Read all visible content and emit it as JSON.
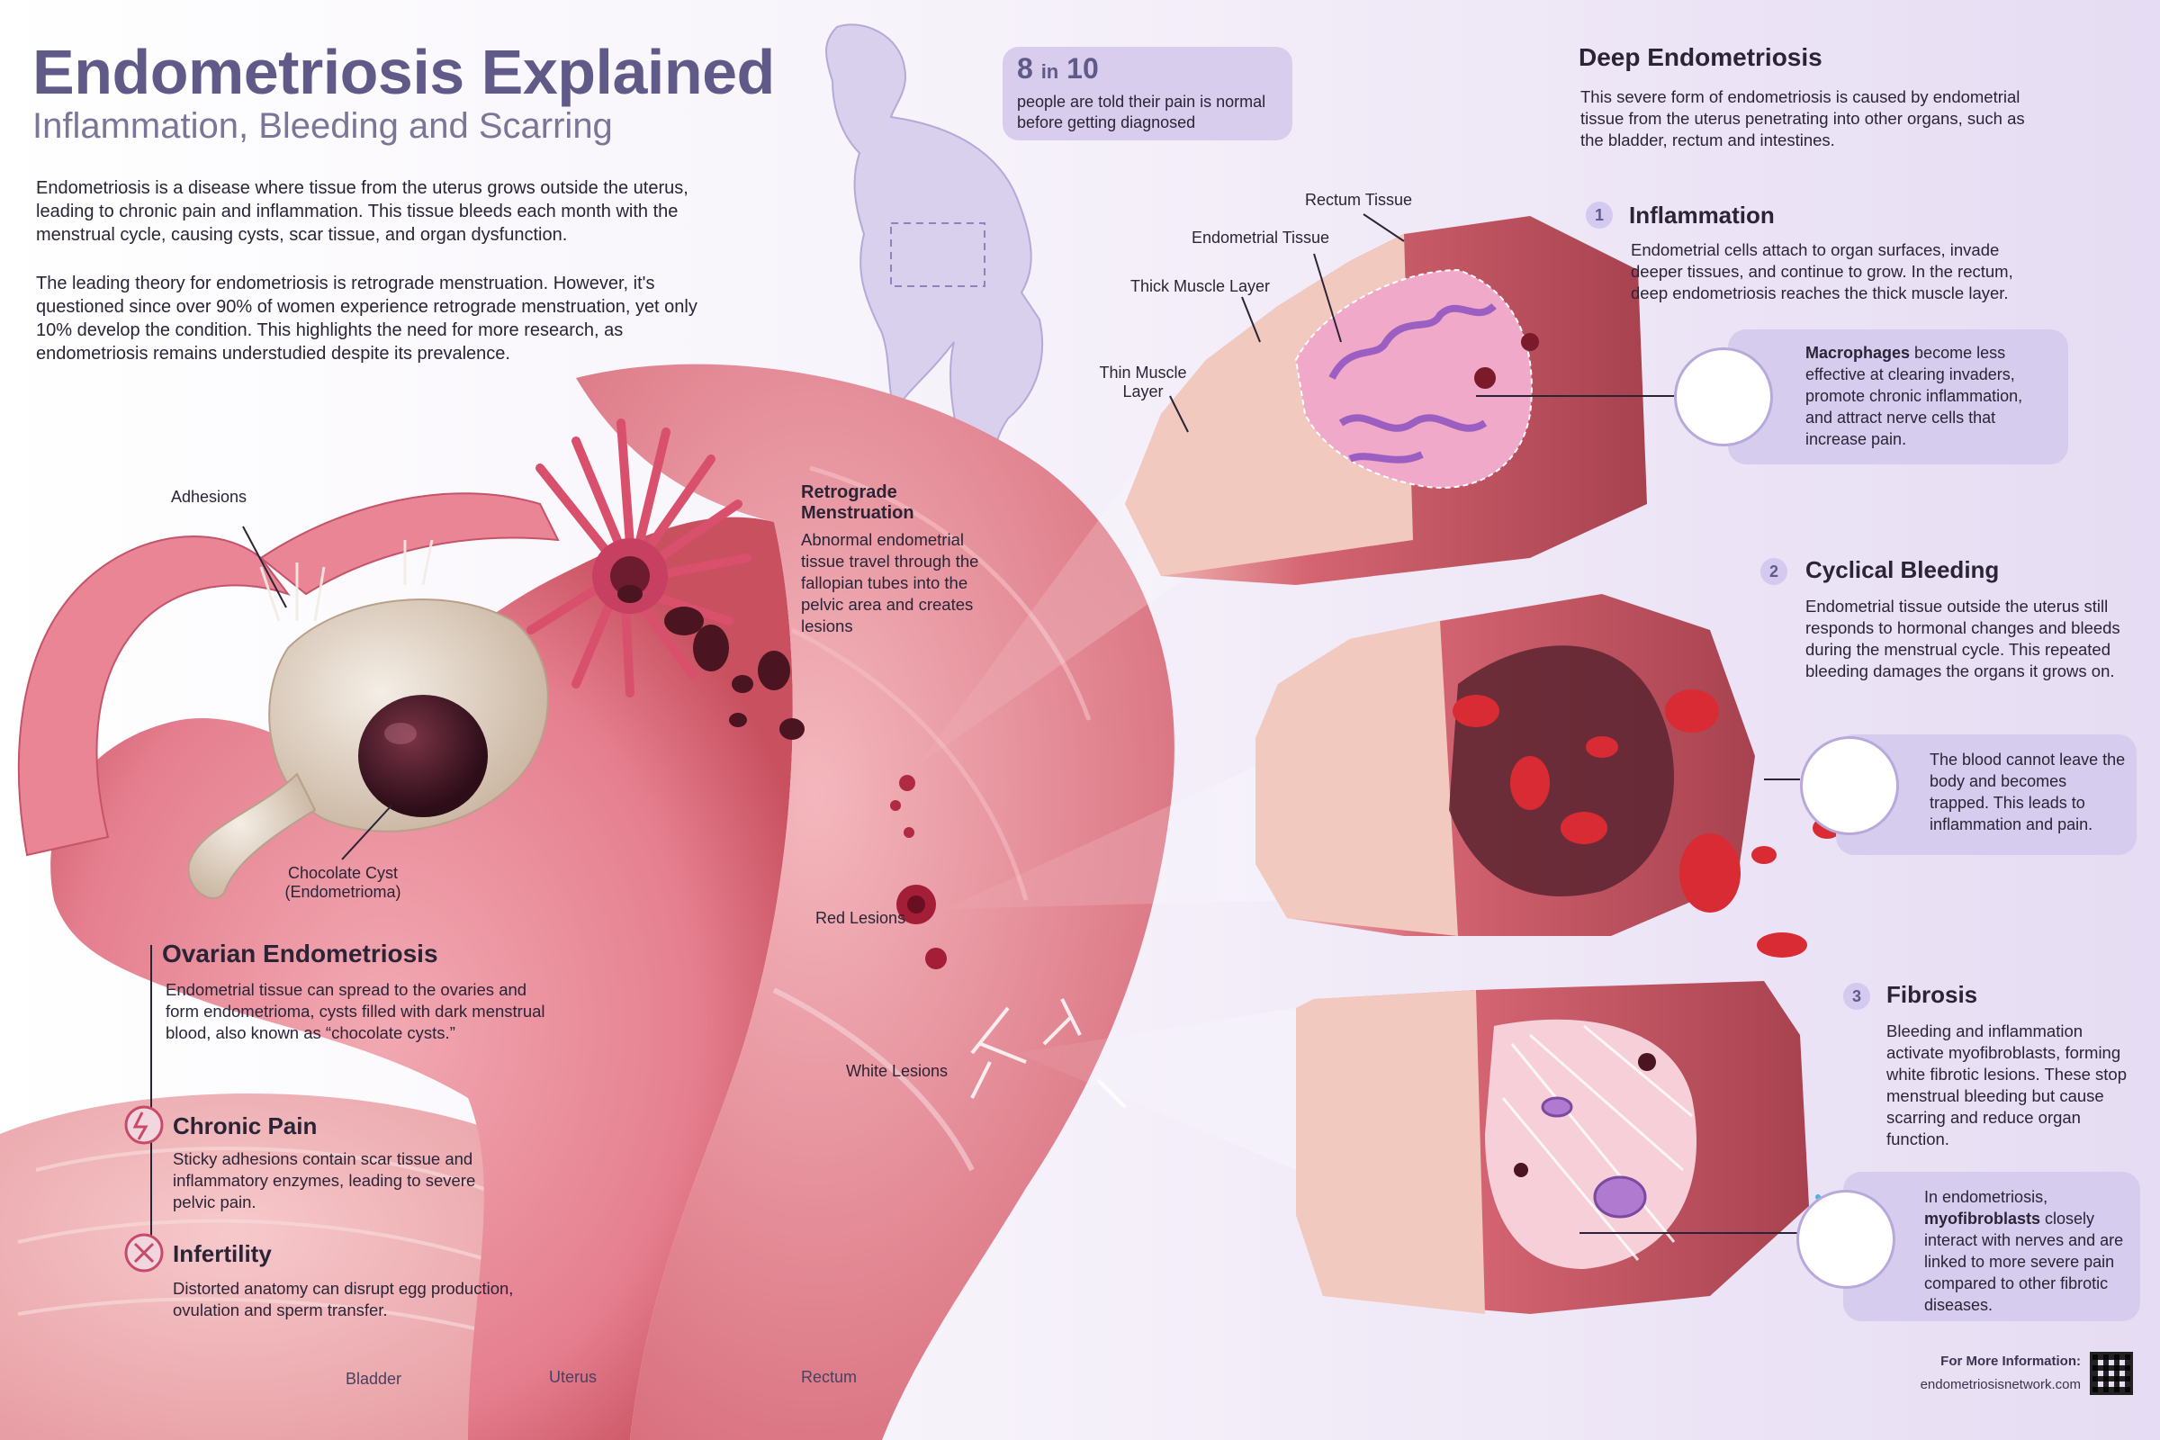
{
  "header": {
    "title": "Endometriosis Explained",
    "subtitle": "Inflammation, Bleeding and Scarring"
  },
  "intro": {
    "p1": "Endometriosis is a disease where tissue from the uterus grows outside the uterus, leading to chronic pain and inflammation. This tissue bleeds each month with the menstrual cycle, causing cysts, scar tissue, and organ dysfunction.",
    "p2": "The leading theory for endometriosis is retrograde menstruation. However, it's questioned since over 90% of women experience retrograde menstruation, yet only 10% develop the condition. This highlights the need for more research, as endometriosis remains understudied despite its prevalence."
  },
  "stat": {
    "number": "8",
    "in": "in",
    "total": "10",
    "text": "people are told their pain is normal before getting diagnosed"
  },
  "anatomy_labels": {
    "adhesions": "Adhesions",
    "chocolate_cyst_line1": "Chocolate Cyst",
    "chocolate_cyst_line2": "(Endometrioma)",
    "red_lesions": "Red Lesions",
    "white_lesions": "White Lesions",
    "bladder": "Bladder",
    "uterus": "Uterus",
    "rectum": "Rectum"
  },
  "retrograde": {
    "heading_line1": "Retrograde",
    "heading_line2": "Menstruation",
    "text": "Abnormal endometrial tissue travel through the fallopian tubes into the pelvic area and creates lesions"
  },
  "ovarian": {
    "heading": "Ovarian Endometriosis",
    "text": "Endometrial tissue can spread to the ovaries and form endometrioma, cysts filled with dark menstrual blood, also known as “chocolate cysts.”"
  },
  "chronic_pain": {
    "heading": "Chronic Pain",
    "text": "Sticky adhesions contain scar tissue and inflammatory enzymes, leading to severe pelvic pain."
  },
  "infertility": {
    "heading": "Infertility",
    "text": "Distorted anatomy can disrupt egg production, ovulation and sperm transfer."
  },
  "tissue_labels": {
    "rectum_tissue": "Rectum Tissue",
    "endometrial_tissue": "Endometrial Tissue",
    "thick_muscle": "Thick Muscle Layer",
    "thin_muscle_line1": "Thin Muscle",
    "thin_muscle_line2": "Layer"
  },
  "deep": {
    "heading": "Deep Endometriosis",
    "text": "This severe form of endometriosis is caused by endometrial tissue from the uterus penetrating into other organs, such as the bladder, rectum and intestines."
  },
  "stages": [
    {
      "num": "1",
      "heading": "Inflammation",
      "text": "Endometrial cells attach to organ surfaces, invade deeper tissues, and continue to grow. In the rectum, deep endometriosis reaches the thick muscle layer.",
      "callout_bold": "Macrophages",
      "callout_text": " become less effective at clearing invaders, promote chronic inflammation, and attract nerve cells that increase pain."
    },
    {
      "num": "2",
      "heading": "Cyclical Bleeding",
      "text": "Endometrial tissue outside the uterus still responds to hormonal changes and bleeds during the menstrual cycle. This repeated bleeding damages the organs it grows on.",
      "callout_text": "The blood cannot leave the body and becomes trapped. This leads to inflammation and pain."
    },
    {
      "num": "3",
      "heading": "Fibrosis",
      "text": "Bleeding and inflammation activate myofibroblasts, forming white fibrotic lesions. These stop menstrual bleeding but cause scarring and reduce organ function.",
      "callout_pre": "In endometriosis, ",
      "callout_bold": "myofibroblasts",
      "callout_text": " closely interact with nerves and are linked to more severe pain compared to other fibrotic diseases."
    }
  ],
  "footer": {
    "label": "For More Information:",
    "url": "endometriosisnetwork.com"
  },
  "colors": {
    "title": "#5f5a87",
    "accent": "#d6ccee",
    "tissue": "#e7909d",
    "blood": "#b8212e"
  }
}
